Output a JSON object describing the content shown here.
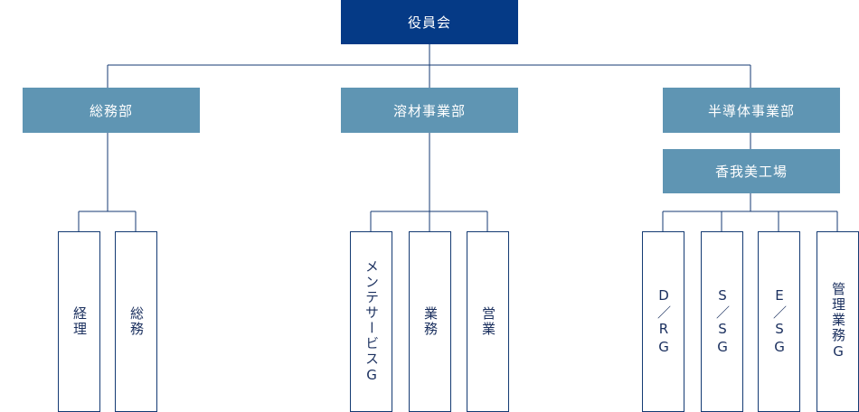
{
  "org": {
    "board": "役員会",
    "departments": [
      {
        "label": "総務部"
      },
      {
        "label": "溶材事業部"
      },
      {
        "label": "半導体事業部"
      }
    ],
    "factory": "香我美工場",
    "groups": [
      {
        "label": "経理"
      },
      {
        "label": "総務"
      },
      {
        "label": "メンテサービスG"
      },
      {
        "label": "業務"
      },
      {
        "label": "営業"
      },
      {
        "label": "D／RG"
      },
      {
        "label": "S／SG"
      },
      {
        "label": "E／SG"
      },
      {
        "label": "管理業務G"
      }
    ]
  },
  "colors": {
    "board_fill": "#053a86",
    "department_fill": "#5f95b3",
    "leaf_border": "#143a73",
    "connector": "#143a73"
  }
}
